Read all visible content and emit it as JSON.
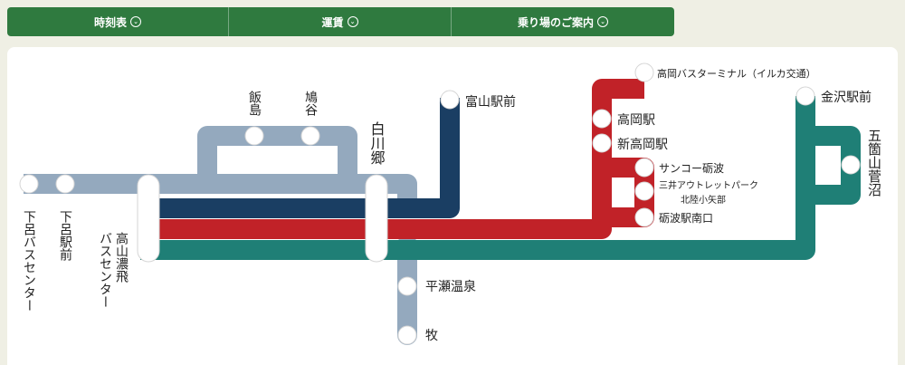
{
  "tabs": [
    {
      "label": "時刻表",
      "icon": "chevron-down-circle-icon"
    },
    {
      "label": "運賃",
      "icon": "chevron-down-circle-icon"
    },
    {
      "label": "乗り場のご案内",
      "icon": "chevron-down-circle-icon"
    }
  ],
  "route_map": {
    "line_colors": {
      "gray": "#94a9be",
      "navy": "#1a3e63",
      "red": "#c12228",
      "teal": "#1f7f76",
      "tab_green": "#2f7a3f"
    },
    "stations": {
      "gero_bus_center": "下呂バスセンター",
      "gero_station": "下呂駅前",
      "takayama": "高山濃飛\nバスセンター",
      "iijima": "飯島",
      "hatogaya": "鳩谷",
      "shirakawago": "白川郷",
      "toyama": "富山駅前",
      "takaoka_terminal": "高岡バスターミナル（イルカ交通）",
      "takaoka": "高岡駅",
      "shin_takaoka": "新高岡駅",
      "sanko_tonami": "サンコー砺波",
      "mitsui_outlet": "三井アウトレットパーク",
      "hokuriku_oyabe": "北陸小矢部",
      "tonami_minamiguchi": "砺波駅南口",
      "kanazawa": "金沢駅前",
      "gokayama": "五箇山菅沼",
      "hirase_onsen": "平瀬温泉",
      "maki": "牧"
    }
  }
}
